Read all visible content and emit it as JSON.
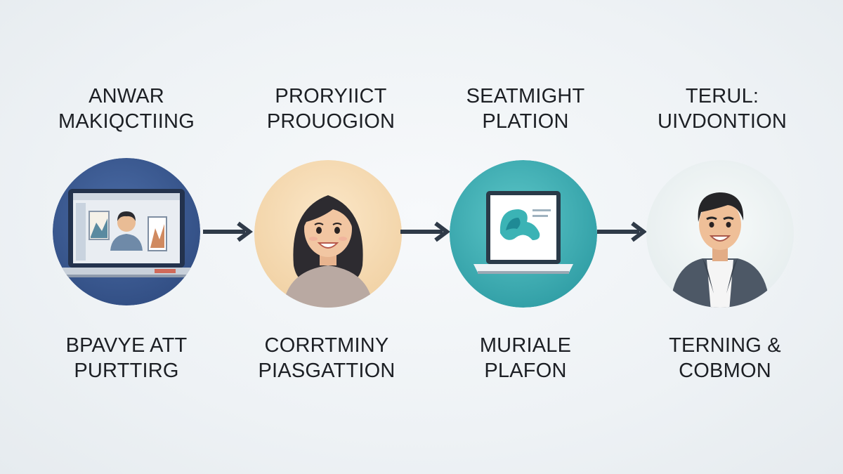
{
  "steps": [
    {
      "top": [
        "ANWAR",
        "MAKIQCTIING"
      ],
      "bottom": [
        "BPAVYE ATT",
        "PURTTIRG"
      ],
      "icon": "laptop-video-call-icon"
    },
    {
      "top": [
        "PRORYIICT",
        "PROUOGION"
      ],
      "bottom": [
        "CORRTMINY",
        "PIASGATTION"
      ],
      "icon": "woman-avatar-icon"
    },
    {
      "top": [
        "SEATMIGHT",
        "PLATION"
      ],
      "bottom": [
        "MURIALE",
        "PLAFON"
      ],
      "icon": "laptop-logo-icon"
    },
    {
      "top": [
        "TERUL:",
        "UIVDONTION"
      ],
      "bottom": [
        "TERNING &",
        "COBMON"
      ],
      "icon": "man-avatar-icon"
    }
  ],
  "colors": {
    "step1": "#3b5b94",
    "step2": "#f6dcb4",
    "step3": "#3fb3b8",
    "step4": "#eef3f4",
    "arrow": "#2f3a48"
  }
}
